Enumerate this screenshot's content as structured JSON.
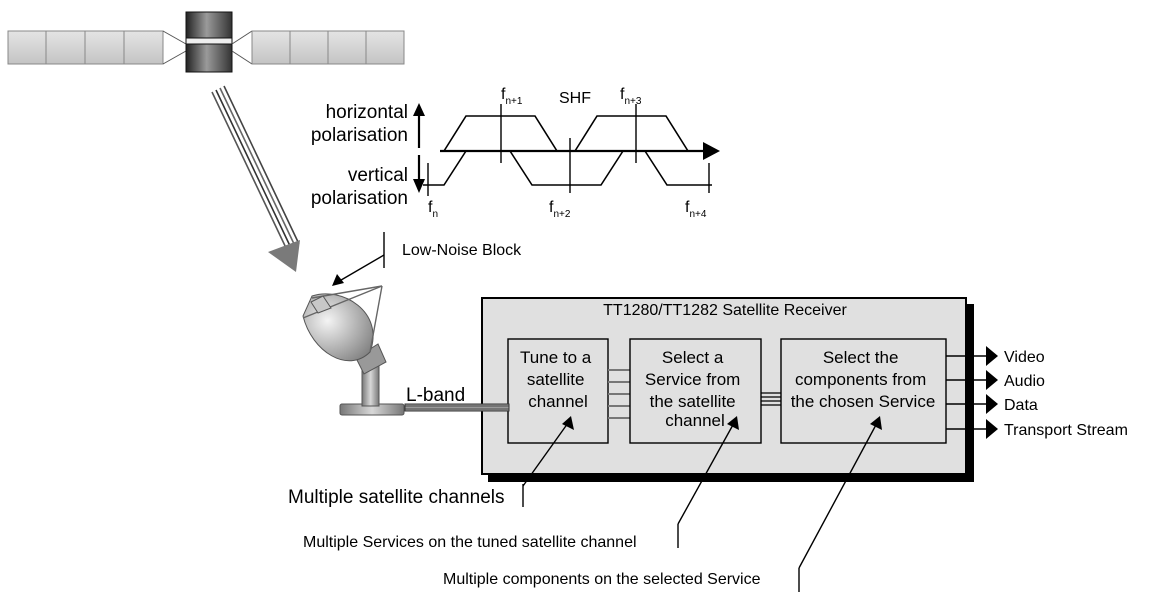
{
  "freq_labels": {
    "f": "f",
    "n": "n",
    "n1": "n+1",
    "n2": "n+2",
    "n3": "n+3",
    "n4": "n+4"
  },
  "shf_label": "SHF",
  "horizontal": [
    "horizontal",
    "polarisation"
  ],
  "vertical": [
    "vertical",
    "polarisation"
  ],
  "lnb_label": "Low-Noise Block",
  "lband_label": "L-band",
  "receiver_title": "TT1280/TT1282 Satellite Receiver",
  "boxes": {
    "tune": [
      "Tune to a",
      "satellite",
      "channel"
    ],
    "select_service": [
      "Select a",
      "Service from",
      "the satellite",
      "channel"
    ],
    "select_components": [
      "Select the",
      "components from",
      "the chosen Service"
    ]
  },
  "outputs": [
    "Video",
    "Audio",
    "Data",
    "Transport Stream"
  ],
  "annotations": {
    "channels": "Multiple satellite channels",
    "services": "Multiple Services on the tuned satellite channel",
    "components": "Multiple components on the selected Service"
  }
}
